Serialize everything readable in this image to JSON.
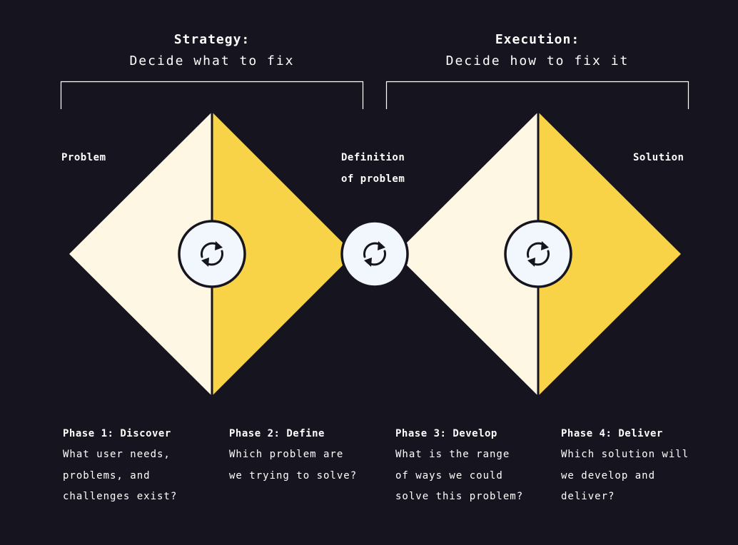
{
  "headers": {
    "strategy": {
      "title": "Strategy:",
      "subtitle": "Decide what to fix"
    },
    "execution": {
      "title": "Execution:",
      "subtitle": "Decide how to fix it"
    }
  },
  "labels": {
    "problem": "Problem",
    "definition_line1": "Definition",
    "definition_line2": "of problem",
    "solution": "Solution"
  },
  "icons": [
    "refresh-icon",
    "refresh-icon",
    "refresh-icon"
  ],
  "phases": [
    {
      "title": "Phase 1: Discover",
      "description": "What user needs,\nproblems, and\nchallenges exist?"
    },
    {
      "title": "Phase 2: Define",
      "description": "Which problem are\nwe trying to solve?"
    },
    {
      "title": "Phase 3: Develop",
      "description": "What is the range\nof ways we could\nsolve this problem?"
    },
    {
      "title": "Phase 4: Deliver",
      "description": "Which solution will\nwe develop and\ndeliver?"
    }
  ],
  "colors": {
    "background": "#16151f",
    "cream": "#fdf7e4",
    "yellow": "#f8d348",
    "circle_fill": "#f2f7fd",
    "line": "#ffffff"
  }
}
